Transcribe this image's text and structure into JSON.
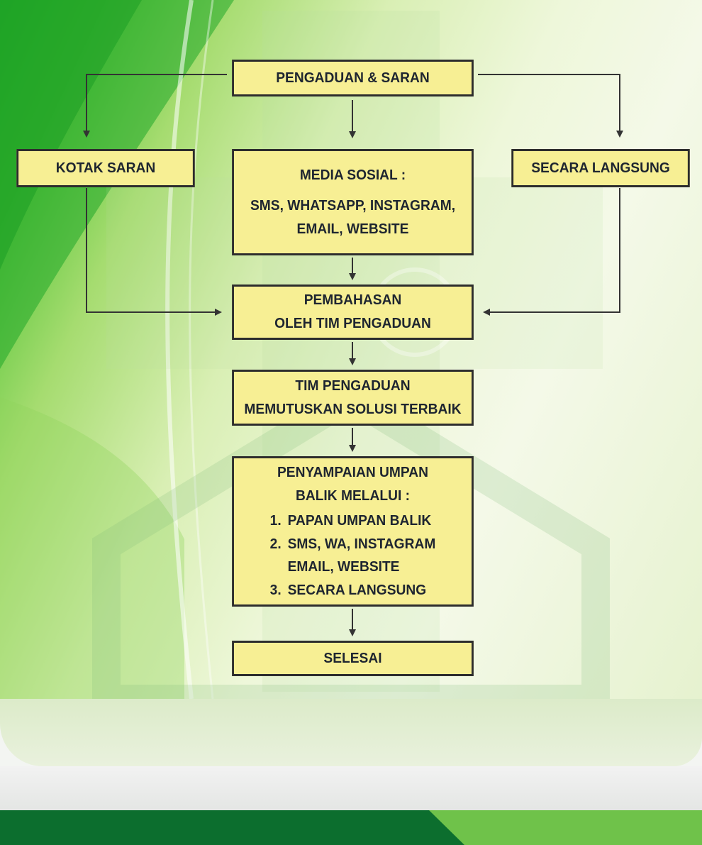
{
  "flowchart": {
    "top": "PENGADUAN & SARAN",
    "left": "KOTAK SARAN",
    "right": "SECARA LANGSUNG",
    "media": {
      "title": "MEDIA SOSIAL :",
      "line1": "SMS, WHATSAPP, INSTAGRAM,",
      "line2": "EMAIL, WEBSITE"
    },
    "discussion": {
      "line1": "PEMBAHASAN",
      "line2": "OLEH TIM PENGADUAN"
    },
    "decision": {
      "line1": "TIM PENGADUAN",
      "line2": "MEMUTUSKAN SOLUSI TERBAIK"
    },
    "feedback": {
      "line1": "PENYAMPAIAN UMPAN",
      "line2": "BALIK MELALUI :",
      "items": [
        {
          "num": "1.",
          "text": "PAPAN UMPAN BALIK"
        },
        {
          "num": "2.",
          "text": "SMS, WA, INSTAGRAM",
          "cont": "EMAIL, WEBSITE"
        },
        {
          "num": "3.",
          "text": "SECARA LANGSUNG"
        }
      ]
    },
    "end": "SELESAI"
  },
  "colors": {
    "box_fill": "#f7ef94",
    "box_border": "#2d2d2d",
    "arrow": "#333333",
    "footer_dark": "#0c6e2e",
    "footer_light": "#6fc24a"
  }
}
